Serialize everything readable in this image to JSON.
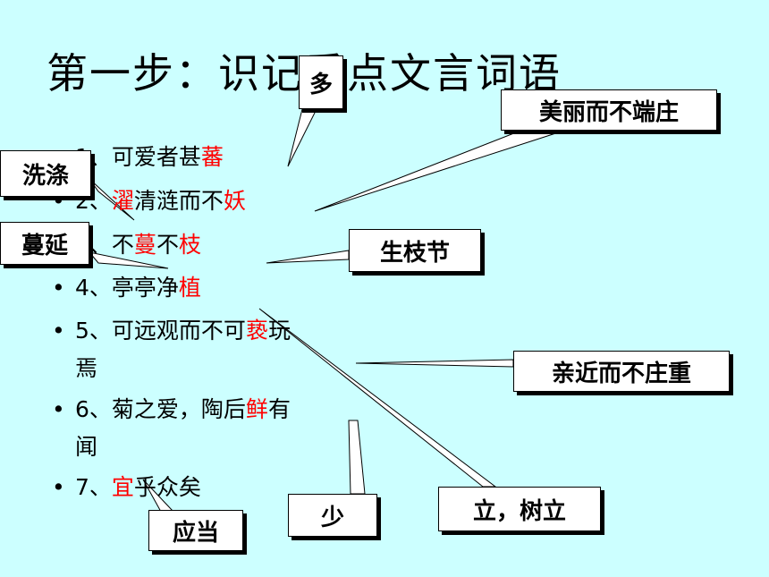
{
  "title": "第一步：识记重点文言词语",
  "items": [
    {
      "num": "1、",
      "pre": "可爱者甚",
      "hl": "蕃",
      "post": ""
    },
    {
      "num": "2、",
      "pre": "",
      "hl": "濯",
      "mid": "清涟而不",
      "hl2": "妖"
    },
    {
      "num": "3、",
      "pre": "不",
      "hl": "蔓",
      "mid": "不",
      "hl2": "枝"
    },
    {
      "num": "4、",
      "pre": "亭亭净",
      "hl": "植",
      "post": ""
    },
    {
      "num": "5、",
      "pre": "可远观而不可",
      "hl": "亵",
      "post": "玩",
      "line2": "焉"
    },
    {
      "num": "6、",
      "pre": "菊之爱，陶后",
      "hl": "鲜",
      "post": "有",
      "line2": "闻"
    },
    {
      "num": "7、",
      "pre": "",
      "hl": "宜",
      "post": "乎众矣"
    }
  ],
  "callouts": {
    "duo": "多",
    "meili": "美丽而不端庄",
    "xidi": "洗涤",
    "manyan": "蔓延",
    "shengzhijie": "生枝节",
    "qinjin": "亲近而不庄重",
    "shao": "少",
    "li": "立，树立",
    "yingdang": "应当"
  }
}
